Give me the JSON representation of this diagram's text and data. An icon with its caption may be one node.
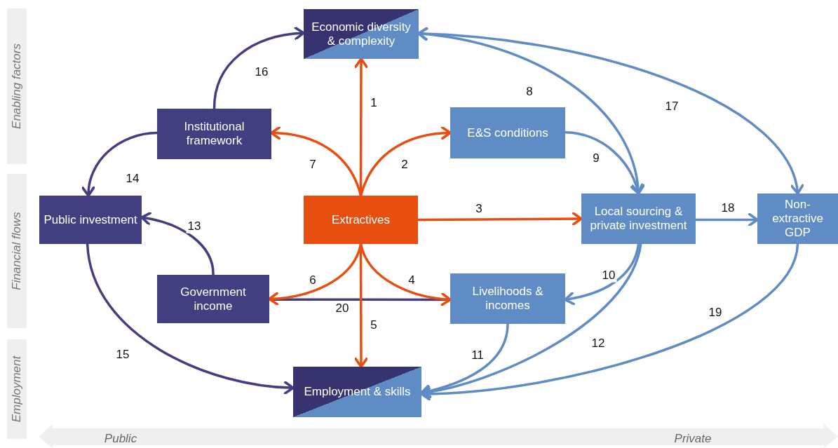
{
  "diagram": {
    "nodes": [
      {
        "text": [
          "Economic diversity & complexity"
        ]
      },
      {
        "text": [
          "Institutional framework"
        ]
      },
      {
        "text": [
          "E&S conditions"
        ]
      },
      {
        "text": [
          "Public investment"
        ]
      },
      {
        "text": [
          "Extractives"
        ]
      },
      {
        "text": [
          "Local sourcing & private investment"
        ]
      },
      {
        "text": [
          "Non-extractive GDP"
        ]
      },
      {
        "text": [
          "Government income"
        ]
      },
      {
        "text": [
          "Livelihoods & incomes"
        ]
      },
      {
        "text": [
          "Employment & skills"
        ]
      },
      {
        "text": [
          "Enabling factors"
        ]
      },
      {
        "text": [
          "Financial flows"
        ]
      },
      {
        "text": [
          "Employment"
        ]
      }
    ],
    "edges": [
      {
        "from": 4,
        "to": 0,
        "arrow": "to",
        "label": "1",
        "color": "#e84e0f"
      },
      {
        "from": 4,
        "to": 2,
        "arrow": "to",
        "label": "2",
        "color": "#e84e0f"
      },
      {
        "from": 4,
        "to": 5,
        "arrow": "to",
        "label": "3",
        "color": "#e84e0f"
      },
      {
        "from": 4,
        "to": 8,
        "arrow": "to",
        "label": "4",
        "color": "#e84e0f"
      },
      {
        "from": 4,
        "to": 9,
        "arrow": "to",
        "label": "5",
        "color": "#e84e0f"
      },
      {
        "from": 4,
        "to": 7,
        "arrow": "to",
        "label": "6",
        "color": "#e84e0f"
      },
      {
        "from": 4,
        "to": 1,
        "arrow": "to",
        "label": "7",
        "color": "#e84e0f"
      },
      {
        "from": 0,
        "to": 5,
        "arrow": "both",
        "label": "8"
      },
      {
        "from": 2,
        "to": 5,
        "arrow": "to",
        "label": "9"
      },
      {
        "from": 5,
        "to": 8,
        "arrow": "to",
        "label": "10"
      },
      {
        "from": 8,
        "to": 9,
        "arrow": "to",
        "label": "11"
      },
      {
        "from": 5,
        "to": 9,
        "arrow": "to",
        "label": "12"
      },
      {
        "from": 7,
        "to": 3,
        "arrow": "to",
        "label": "13",
        "color": "#413f80"
      },
      {
        "from": 1,
        "to": 3,
        "arrow": "to",
        "label": "14",
        "color": "#413f80"
      },
      {
        "from": 3,
        "to": 9,
        "arrow": "to",
        "label": "15",
        "color": "#413f80"
      },
      {
        "from": 1,
        "to": 0,
        "arrow": "to",
        "label": "16",
        "color": "#413f80"
      },
      {
        "from": 0,
        "to": 6,
        "arrow": "both",
        "label": "17"
      },
      {
        "from": 5,
        "to": 6,
        "arrow": "to",
        "label": "18"
      },
      {
        "from": 6,
        "to": 9,
        "arrow": "to",
        "label": "19"
      },
      {
        "from": 7,
        "to": 8,
        "arrow": "none",
        "label": "20",
        "color": "#413f80"
      }
    ],
    "labels": [
      "Public",
      "Private"
    ]
  }
}
